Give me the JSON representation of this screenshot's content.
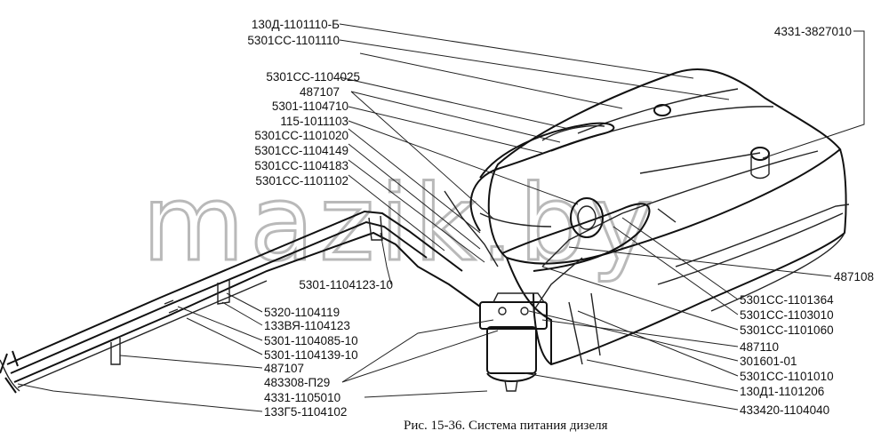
{
  "watermark": "mazik.by",
  "caption": "Рис. 15-36. Система питания дизеля",
  "labels_left": [
    "130Д-1101110-Б",
    "5301СС-1101110",
    "5301СС-1104025",
    "487107",
    "5301-1104710",
    "115-1011103",
    "5301СС-1101020",
    "5301СС-1104149",
    "5301СС-1104183",
    "5301СС-1101102"
  ],
  "label_top_right": "4331-3827010",
  "label_mid": "5301-1104123-10",
  "labels_bottom_left": [
    "5320-1104119",
    "133ВЯ-1104123",
    "5301-1104085-10",
    "5301-1104139-10",
    "487107",
    "483308-П29",
    "4331-1105010",
    "133Г5-1104102"
  ],
  "labels_right": [
    "487108",
    "5301СС-1101364",
    "5301СС-1103010",
    "5301СС-1101060",
    "487110",
    "301601-01",
    "5301СС-1101010",
    "130Д1-1101206",
    "433420-1104040"
  ]
}
